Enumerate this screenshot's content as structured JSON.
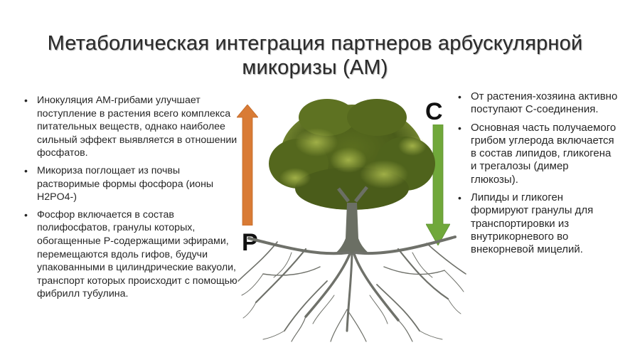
{
  "slide": {
    "title": "Метаболическая интеграция партнеров арбускулярной микоризы (АМ)",
    "left_bullets": [
      "Инокуляция АМ-грибами улучшает поступление в растения всего комплекса питательных веществ, однако наиболее сильный эффект выявляется в отношении фосфатов.",
      "Микориза поглощает из почвы растворимые формы фосфора (ионы H2PO4-)",
      "Фосфор включается в состав полифосфатов, гранулы которых, обогащенные Р-содержащими эфирами, перемещаются вдоль гифов, будучи упакованными в цилиндрические вакуоли, транспорт которых происходит с помощью фибрилл тубулина."
    ],
    "right_bullets": [
      "От растения-хозяина активно поступают С-соединения.",
      "Основная часть получаемого грибом углерода включается в состав липидов, гликогена и трегалозы (димер глюкозы).",
      "Липиды и гликоген формируют гранулы для транспортировки из внутрикорневого во внекорневой мицелий."
    ]
  },
  "diagram": {
    "phosphorus_label": "P",
    "carbon_label": "C",
    "phosphorus_arrow": {
      "direction": "up",
      "color": "#D97B35"
    },
    "carbon_arrow": {
      "direction": "down",
      "color": "#70A83A"
    },
    "image": "tree-with-roots"
  }
}
